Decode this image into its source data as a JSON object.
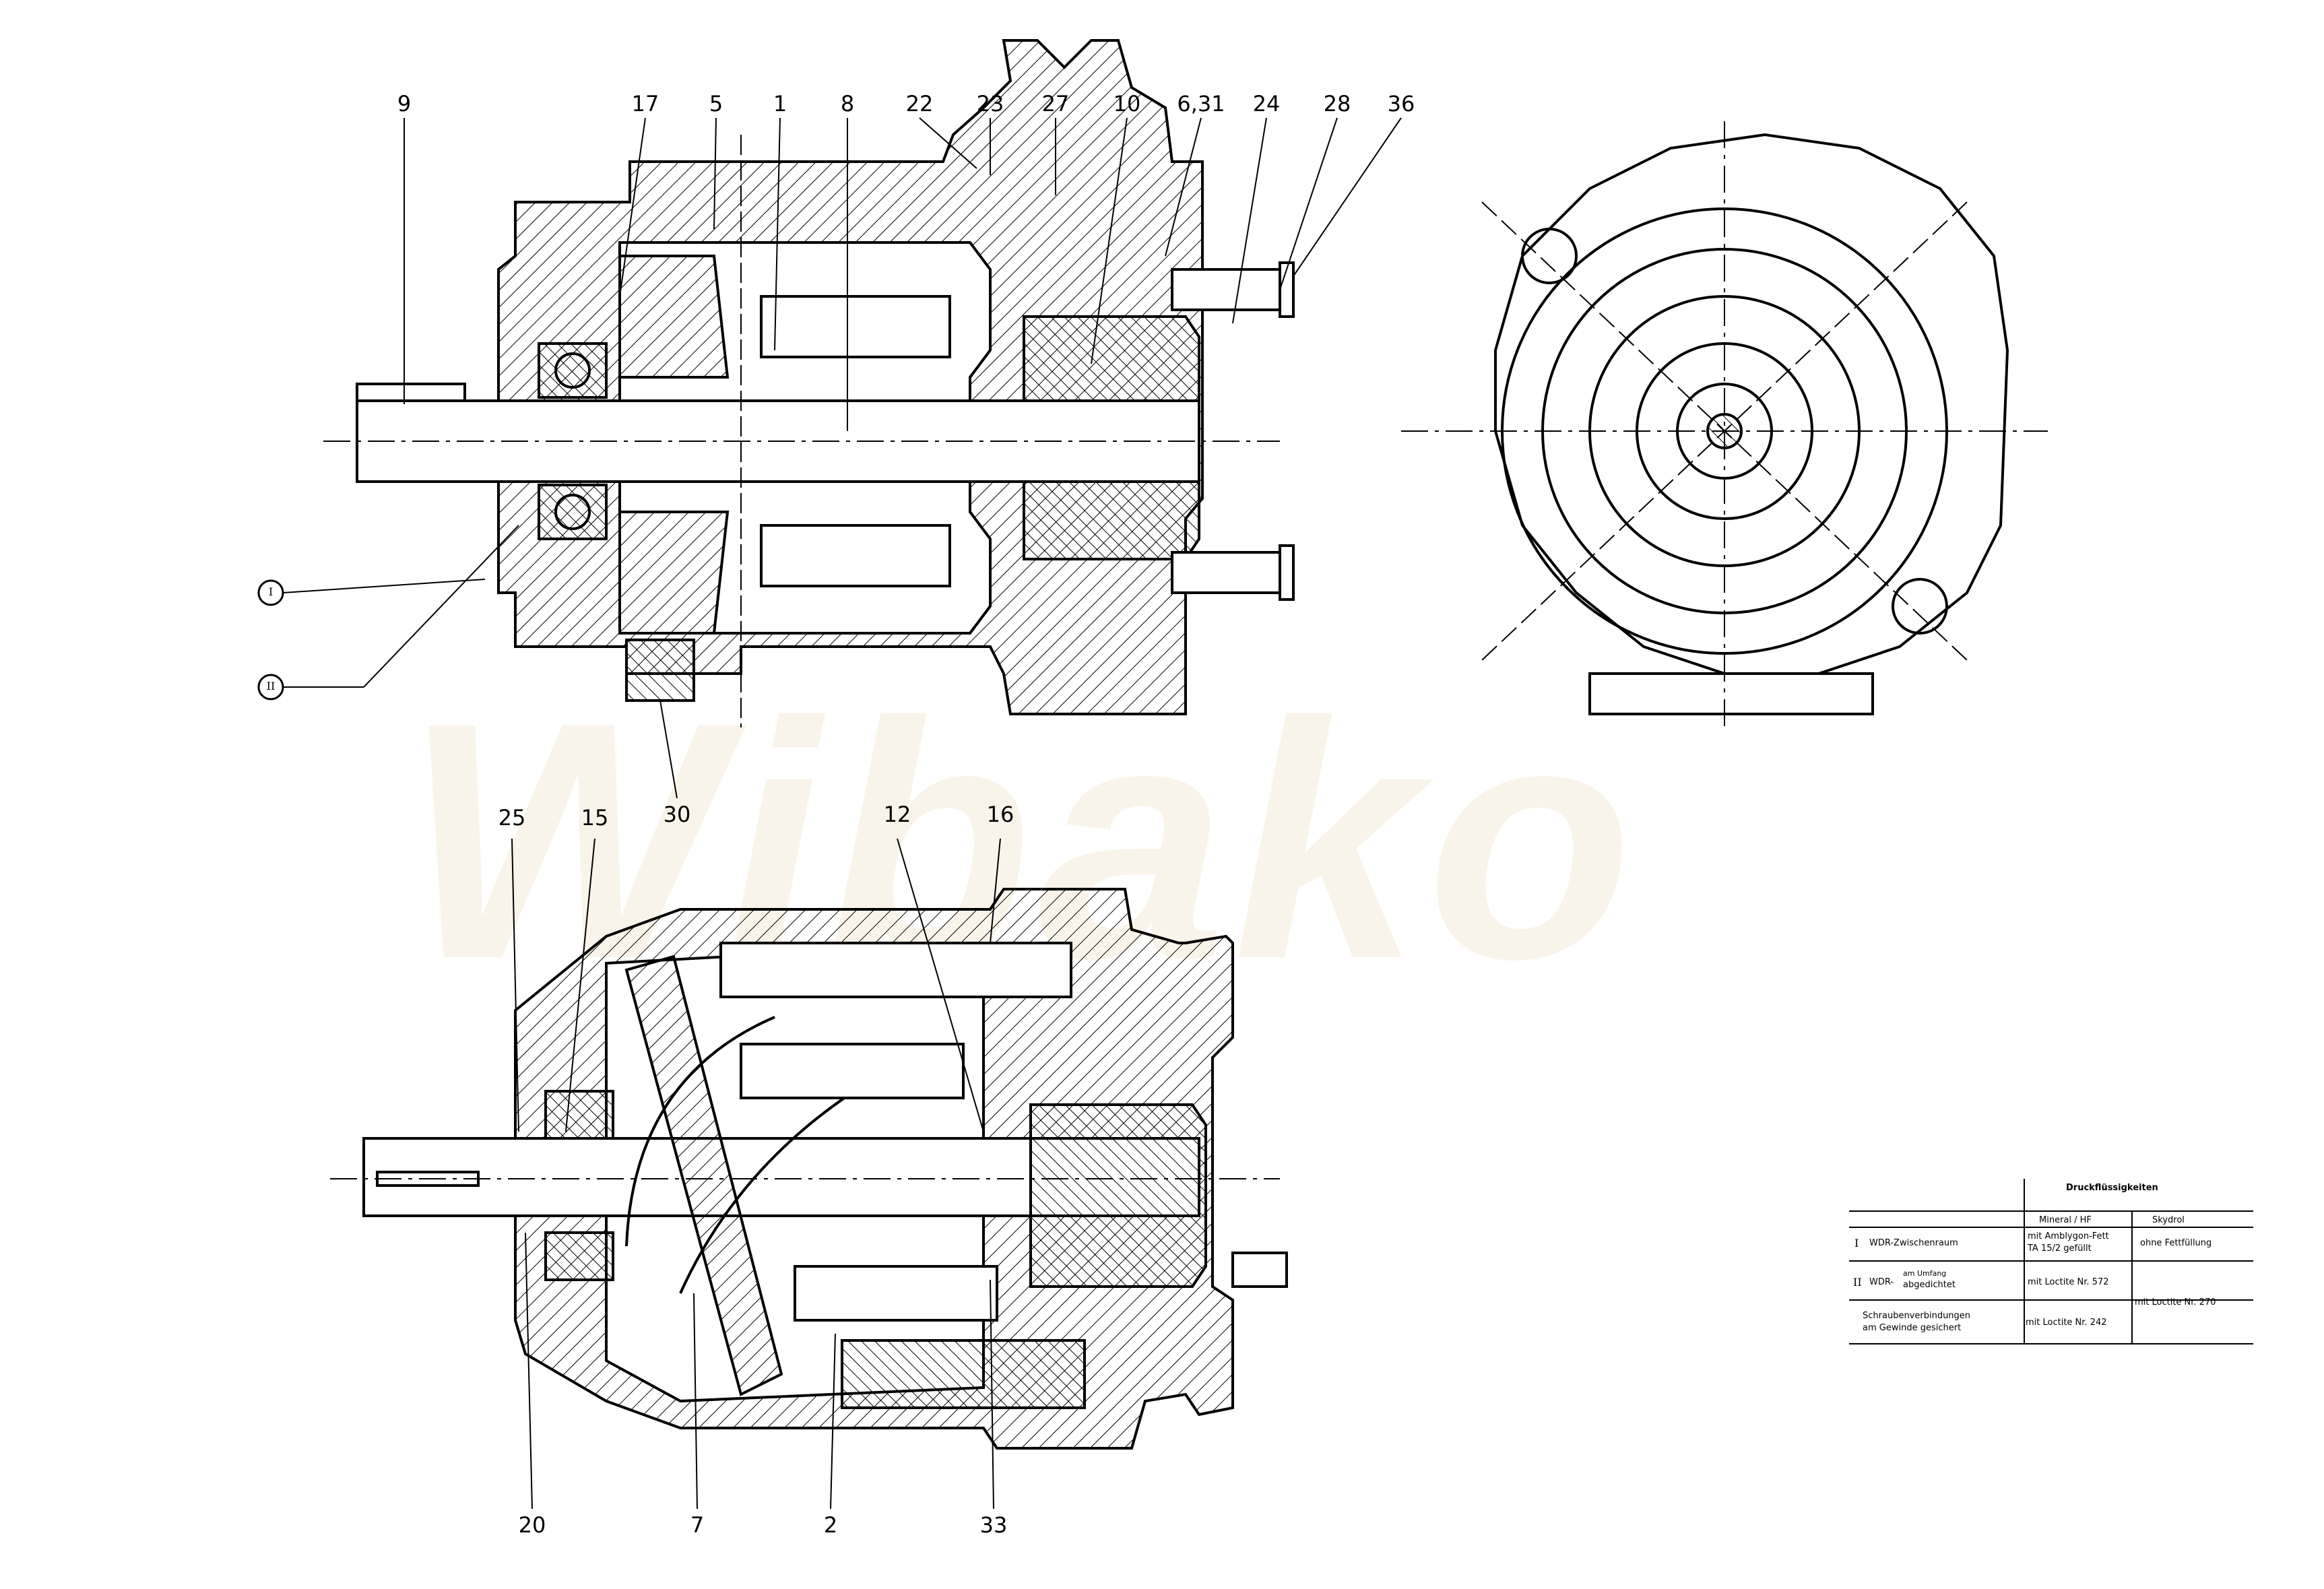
{
  "watermark": "Wibako",
  "callouts_top": [
    {
      "id": "c9",
      "label": "9"
    },
    {
      "id": "c17",
      "label": "17"
    },
    {
      "id": "c5",
      "label": "5"
    },
    {
      "id": "c1",
      "label": "1"
    },
    {
      "id": "c8",
      "label": "8"
    },
    {
      "id": "c22",
      "label": "22"
    },
    {
      "id": "c23",
      "label": "23"
    },
    {
      "id": "c27",
      "label": "27"
    },
    {
      "id": "c10",
      "label": "10"
    },
    {
      "id": "c631",
      "label": "6,31"
    },
    {
      "id": "c24",
      "label": "24"
    },
    {
      "id": "c28",
      "label": "28"
    },
    {
      "id": "c36",
      "label": "36"
    },
    {
      "id": "c30",
      "label": "30"
    }
  ],
  "callouts_bottom": [
    {
      "id": "c25",
      "label": "25"
    },
    {
      "id": "c15",
      "label": "15"
    },
    {
      "id": "c12",
      "label": "12"
    },
    {
      "id": "c16",
      "label": "16"
    },
    {
      "id": "c20",
      "label": "20"
    },
    {
      "id": "c7",
      "label": "7"
    },
    {
      "id": "c2",
      "label": "2"
    },
    {
      "id": "c33",
      "label": "33"
    }
  ],
  "markers": {
    "m1": "I",
    "m2": "II"
  },
  "legend": {
    "header": "Druckflüssigkeiten",
    "col1": "Mineral / HF",
    "col2": "Skydrol",
    "row1_num": "I",
    "row1_label": "WDR-Zwischenraum",
    "row1_c1_line1": "mit Amblygon-Fett",
    "row1_c1_line2": "TA 15/2 gefüllt",
    "row1_c2": "ohne Fettfüllung",
    "row2_num": "II",
    "row2_label_prefix": "WDR-",
    "row2_label_line1": "am Umfang",
    "row2_label_line2": "abgedichtet",
    "row2_c1": "mit Loctite Nr. 572",
    "row3_label_line1": "Schraubenverbindungen",
    "row3_label_line2": "am Gewinde gesichert",
    "row3_c1": "mit Loctite Nr. 242",
    "row23_c2": "mit Loctite Nr. 270"
  }
}
